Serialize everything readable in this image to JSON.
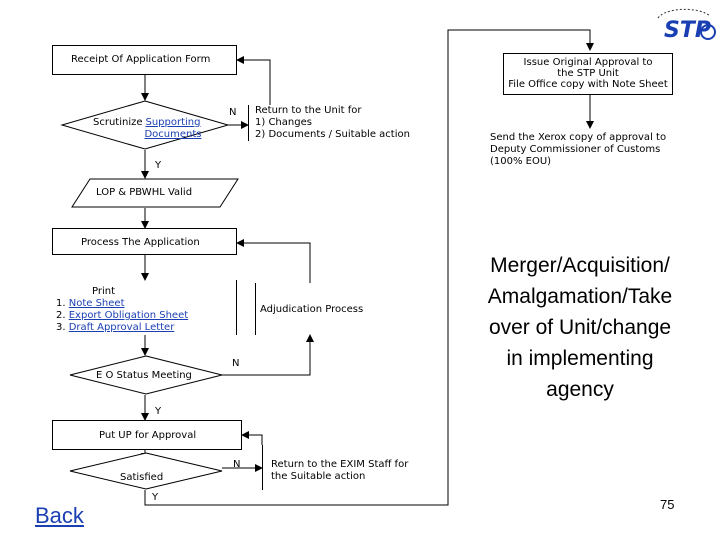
{
  "logo": {
    "text": "STP"
  },
  "nodes": {
    "receipt": "Receipt Of Application Form",
    "scrutinize_prefix": "Scrutinize ",
    "scrutinize_link": "Supporting Documents",
    "return_unit_title": "Return to the Unit for",
    "return_unit_1": "1) Changes",
    "return_unit_2": "2) Documents / Suitable action",
    "issue_original_1": "Issue Original Approval to",
    "issue_original_2": "the STP Unit",
    "issue_original_3": "File Office copy with Note Sheet",
    "send_xerox_1": "Send the Xerox copy of approval to",
    "send_xerox_2": "Deputy Commissioner of Customs",
    "send_xerox_3": "(100% EOU)",
    "lop_valid": "LOP & PBWHL Valid",
    "process_app": "Process The Application",
    "print_title": "Print",
    "print_1_num": "1. ",
    "print_1": "Note Sheet",
    "print_2_num": "2. ",
    "print_2": "Export Obligation Sheet",
    "print_3_num": "3. ",
    "print_3": "Draft Approval Letter",
    "adjudication": "Adjudication Process",
    "eo_status": "E O Status Meeting",
    "put_up": "Put UP for Approval",
    "satisfied": "Satisfied",
    "return_exim_1": "Return to the EXIM Staff for",
    "return_exim_2": "the Suitable action"
  },
  "branch_labels": {
    "scrutinize_no": "N",
    "scrutinize_yes": "Y",
    "eo_no": "N",
    "eo_yes": "Y",
    "satisfied_no": "N",
    "satisfied_yes": "Y"
  },
  "side_note": {
    "line1": "Merger/Acquisition/",
    "line2": "Amalgamation/Take",
    "line3": "over of Unit/change",
    "line4": "in implementing",
    "line5": "agency"
  },
  "footer": {
    "back_link": "Back",
    "page_number": "75"
  }
}
